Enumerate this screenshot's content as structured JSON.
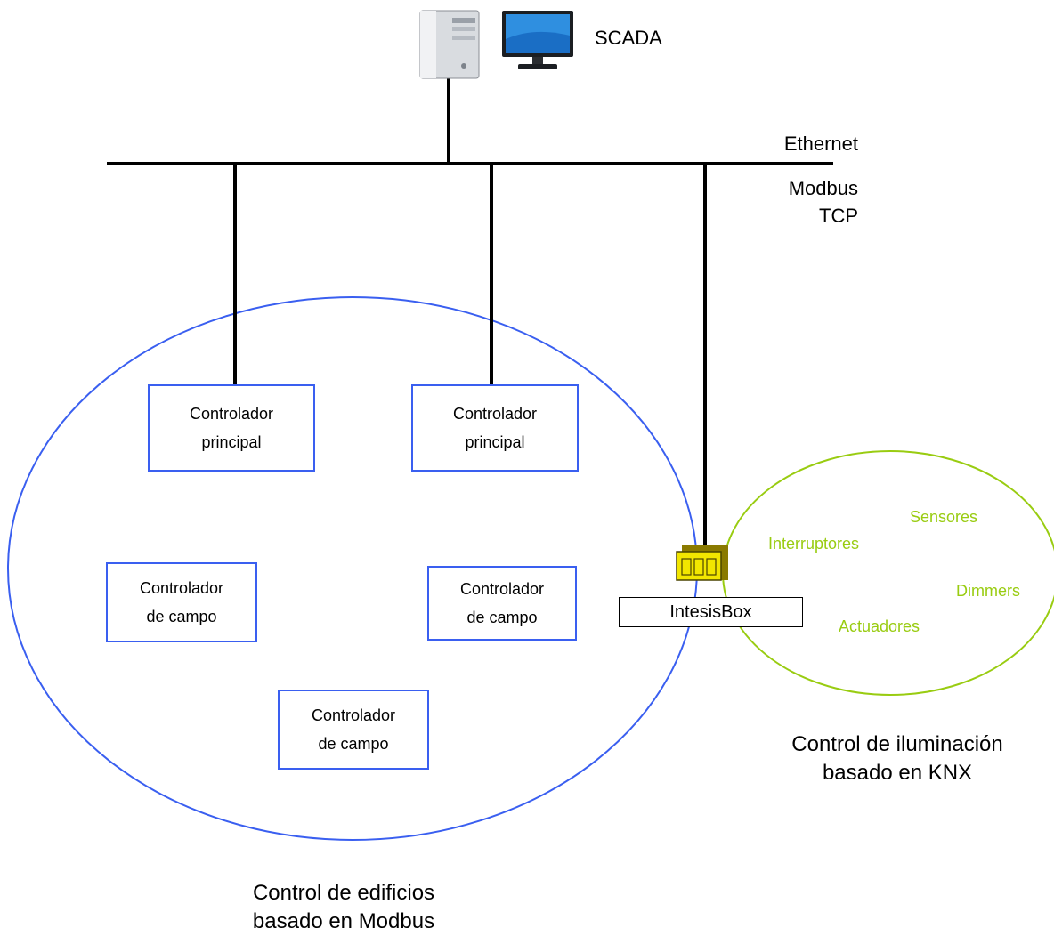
{
  "scada": {
    "label": "SCADA"
  },
  "network": {
    "ethernet_label": "Ethernet",
    "modbus_line1": "Modbus",
    "modbus_line2": "TCP"
  },
  "modbus_zone": {
    "main_controllers": [
      {
        "line1": "Controlador",
        "line2": "principal"
      },
      {
        "line1": "Controlador",
        "line2": "principal"
      }
    ],
    "field_controllers": [
      {
        "line1": "Controlador",
        "line2": "de campo"
      },
      {
        "line1": "Controlador",
        "line2": "de campo"
      },
      {
        "line1": "Controlador",
        "line2": "de campo"
      }
    ],
    "caption_line1": "Control de edificios",
    "caption_line2": "basado en Modbus"
  },
  "gateway": {
    "label": "IntesisBox"
  },
  "knx_zone": {
    "items": [
      "Sensores",
      "Interruptores",
      "Dimmers",
      "Actuadores"
    ],
    "caption_line1": "Control de iluminación",
    "caption_line2": "basado en KNX"
  },
  "colors": {
    "modbus_zone": "#3a5ff0",
    "knx_zone": "#99cc11",
    "gateway_device": "#f2e600"
  }
}
